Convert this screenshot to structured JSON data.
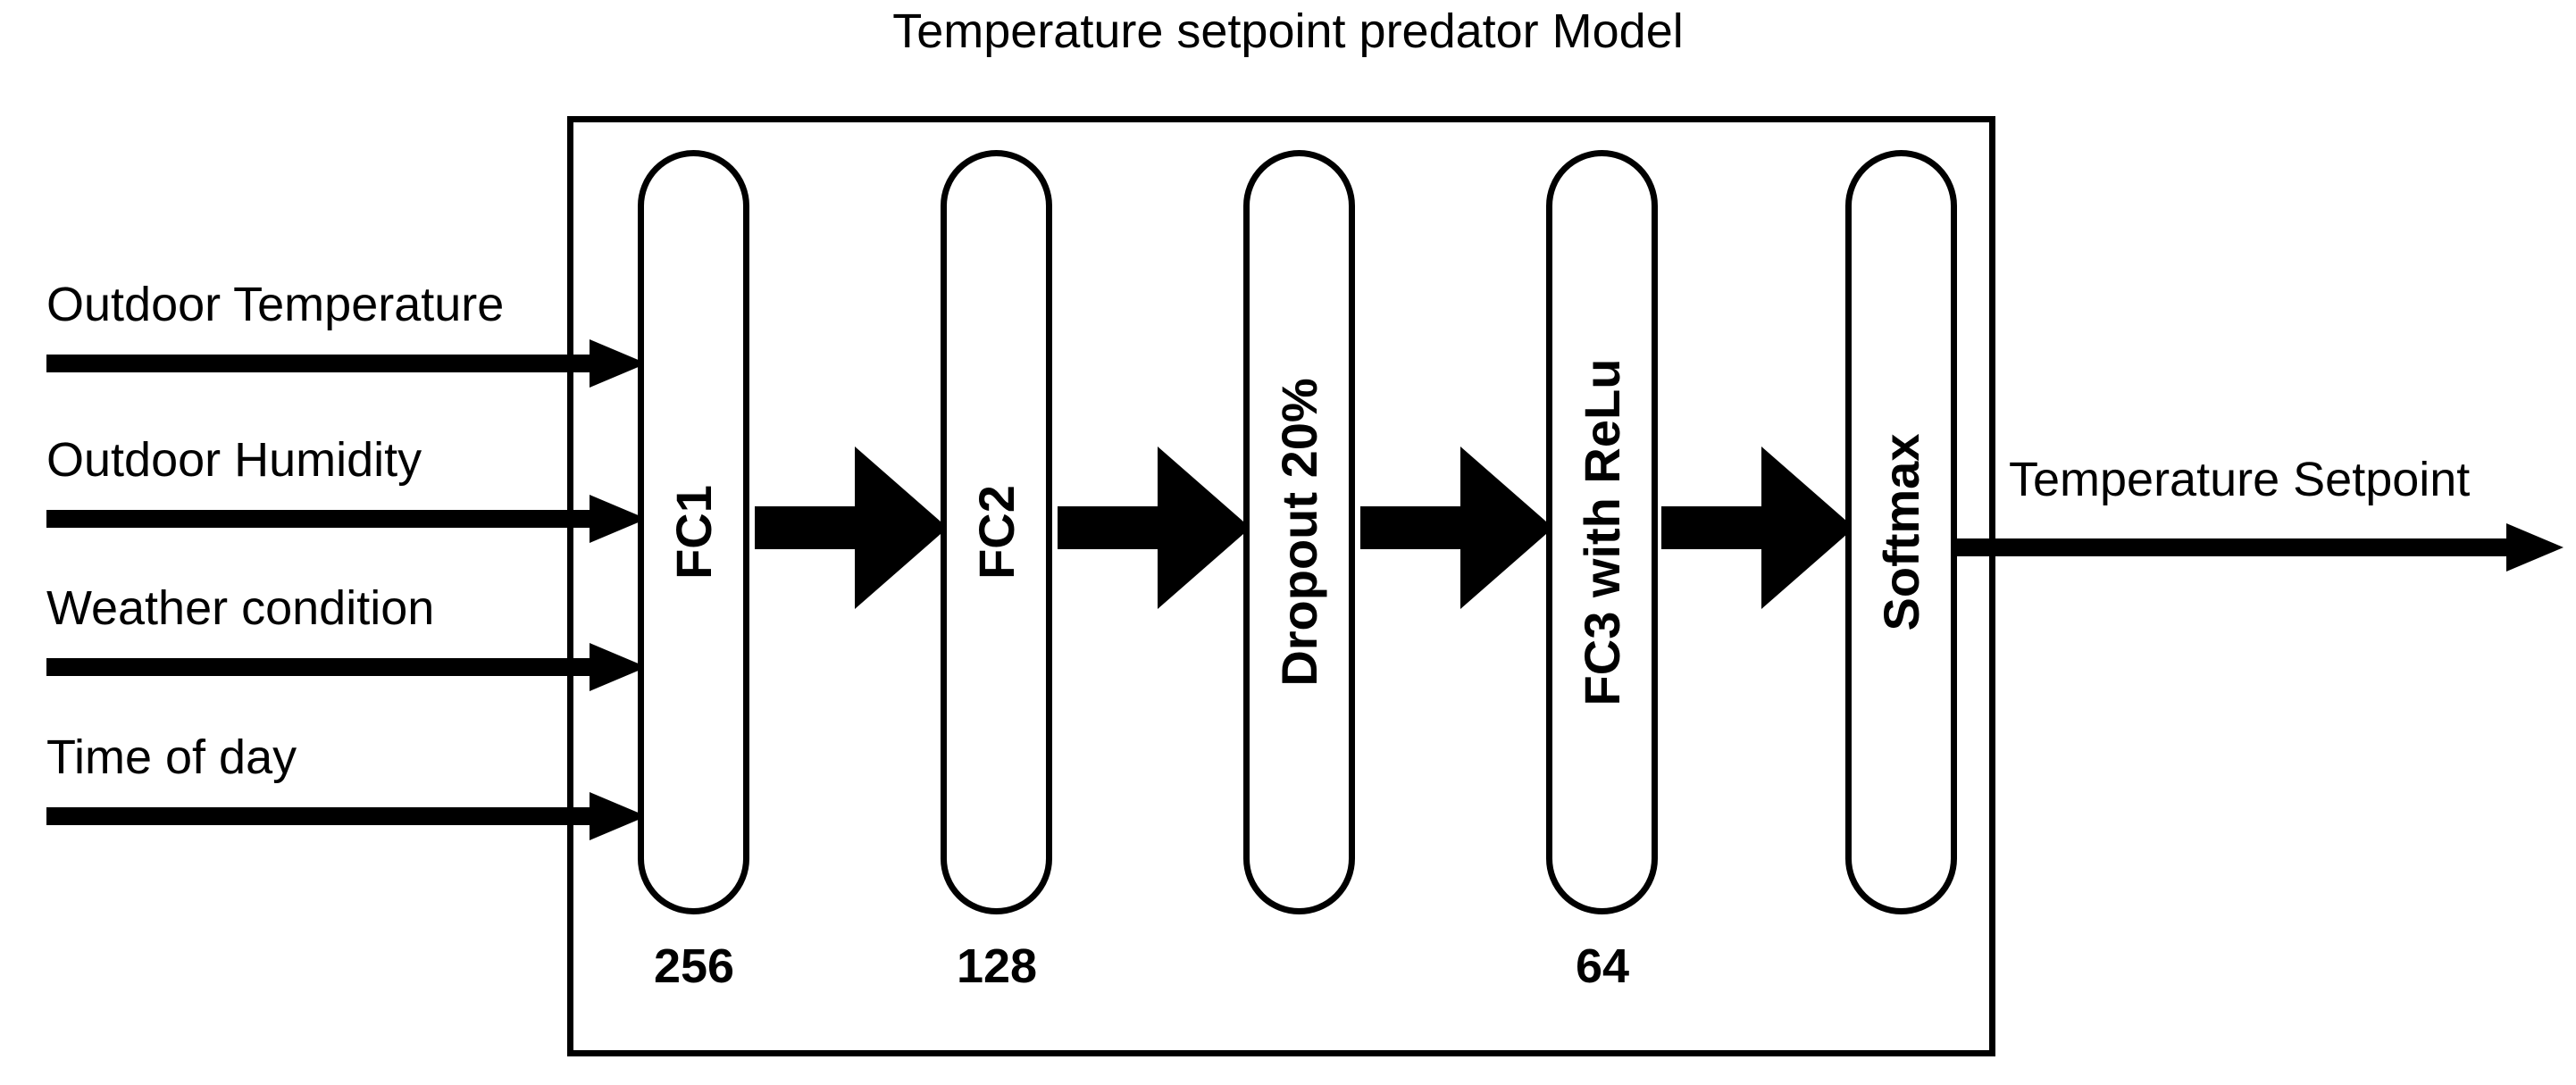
{
  "title": "Temperature setpoint predator Model",
  "inputs": [
    {
      "label": "Outdoor Temperature",
      "arrow_icon": "arrow-right-icon"
    },
    {
      "label": "Outdoor Humidity",
      "arrow_icon": "arrow-right-icon"
    },
    {
      "label": "Weather condition",
      "arrow_icon": "arrow-right-icon"
    },
    {
      "label": "Time of day",
      "arrow_icon": "arrow-right-icon"
    }
  ],
  "layers": [
    {
      "name": "FC1",
      "units": "256"
    },
    {
      "name": "FC2",
      "units": "128"
    },
    {
      "name": "Dropout 20%",
      "units": ""
    },
    {
      "name": "FC3 with ReLu",
      "units": "64"
    },
    {
      "name": "Softmax",
      "units": ""
    }
  ],
  "connectors": [
    {
      "icon": "block-arrow-right-icon",
      "from": "FC1",
      "to": "FC2"
    },
    {
      "icon": "block-arrow-right-icon",
      "from": "FC2",
      "to": "Dropout 20%"
    },
    {
      "icon": "block-arrow-right-icon",
      "from": "Dropout 20%",
      "to": "FC3 with ReLu"
    },
    {
      "icon": "block-arrow-right-icon",
      "from": "FC3 with ReLu",
      "to": "Softmax"
    }
  ],
  "output": {
    "label": "Temperature Setpoint",
    "arrow_icon": "arrow-right-icon"
  },
  "colors": {
    "stroke": "#000000",
    "fill": "#ffffff",
    "arrow": "#000000"
  }
}
